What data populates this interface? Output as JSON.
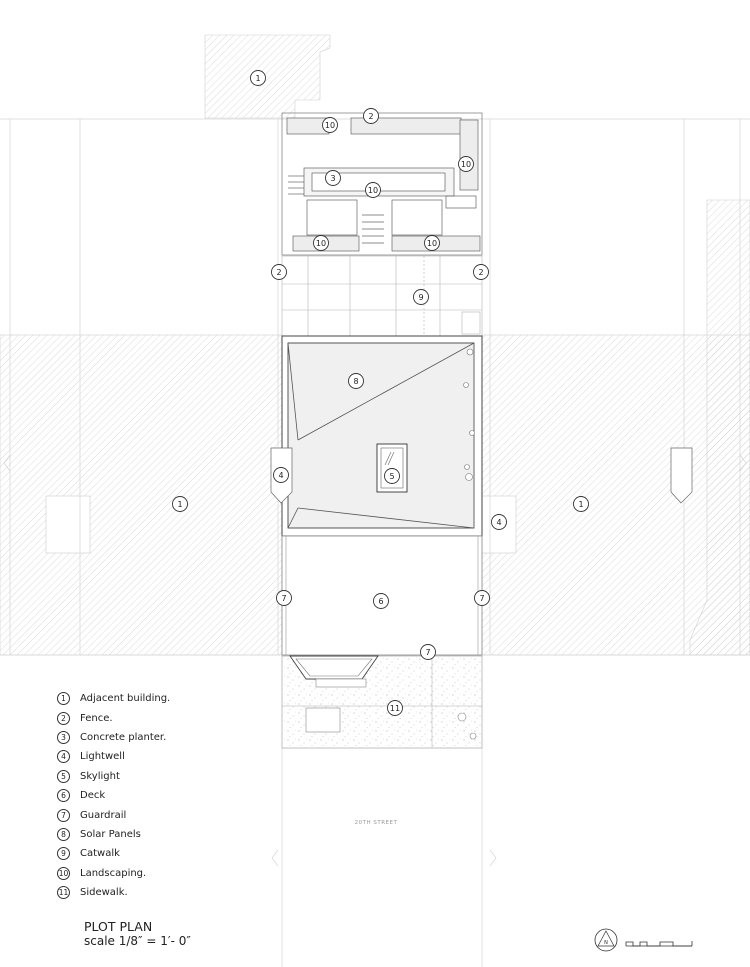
{
  "legend": [
    {
      "num": "1",
      "label": "Adjacent building."
    },
    {
      "num": "2",
      "label": "Fence."
    },
    {
      "num": "3",
      "label": "Concrete planter."
    },
    {
      "num": "4",
      "label": "Lightwell"
    },
    {
      "num": "5",
      "label": "Skylight"
    },
    {
      "num": "6",
      "label": "Deck"
    },
    {
      "num": "7",
      "label": "Guardrail"
    },
    {
      "num": "8",
      "label": "Solar Panels"
    },
    {
      "num": "9",
      "label": "Catwalk"
    },
    {
      "num": "10",
      "label": "Landscaping."
    },
    {
      "num": "11",
      "label": "Sidewalk."
    }
  ],
  "callouts": {
    "adjacent_building": "1",
    "fence": "2",
    "concrete_planter": "3",
    "lightwell": "4",
    "skylight": "5",
    "deck": "6",
    "guardrail": "7",
    "solar_panels": "8",
    "catwalk": "9",
    "landscaping": "10",
    "sidewalk": "11"
  },
  "title": "PLOT PLAN",
  "scale": "scale 1/8″ = 1′- 0″",
  "street_label": "20TH STREET",
  "north_label": "N"
}
